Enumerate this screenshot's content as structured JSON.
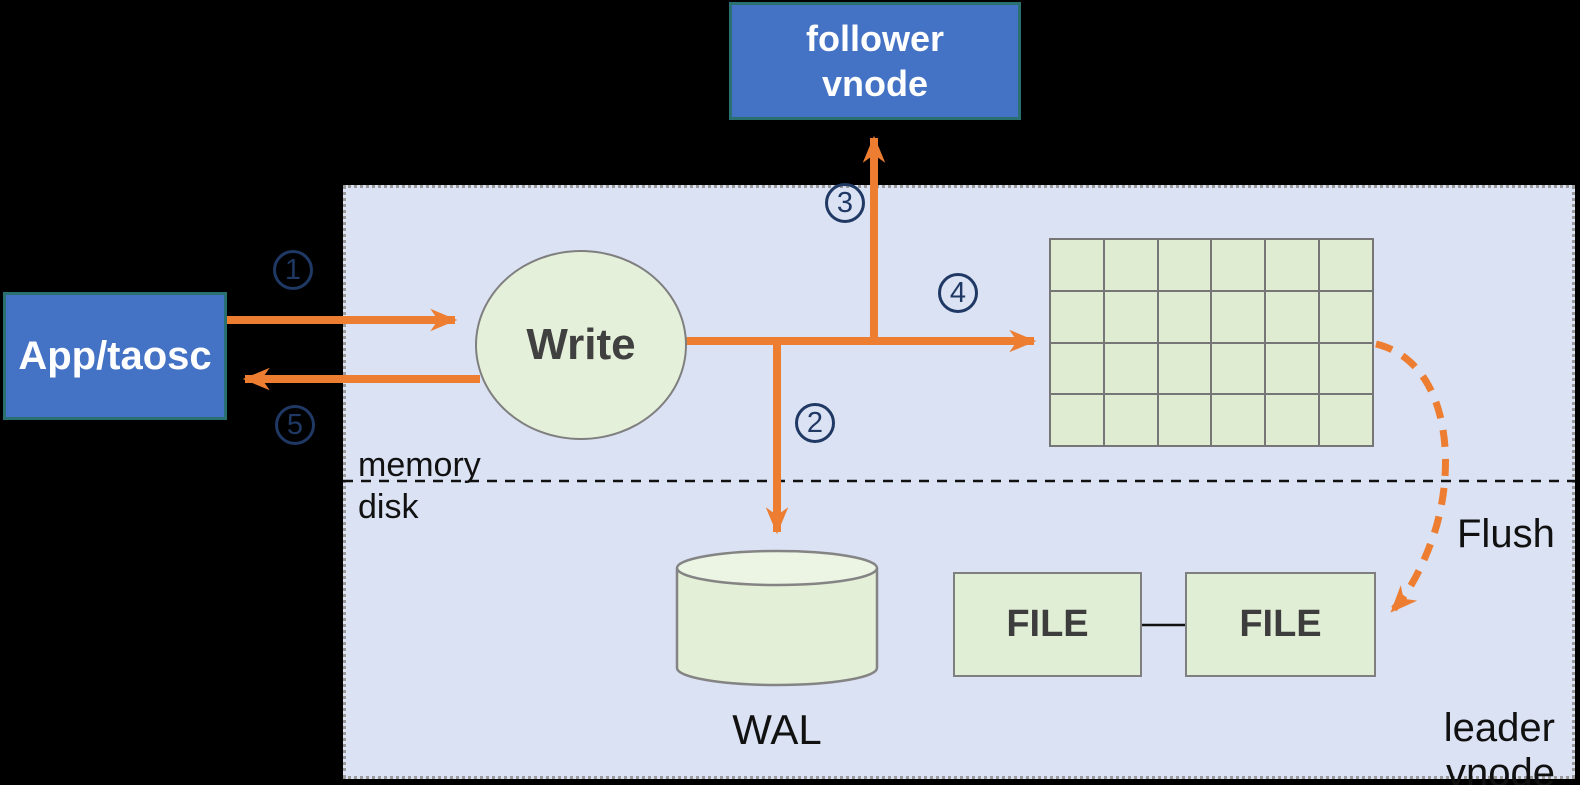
{
  "nodes": {
    "follower": {
      "label": "follower\nvnode"
    },
    "app": {
      "label": "App/taosc"
    },
    "write": {
      "label": "Write"
    },
    "wal": {
      "label": "WAL"
    },
    "file_left": {
      "label": "FILE"
    },
    "file_right": {
      "label": "FILE"
    },
    "leader": {
      "label": "leader vnode"
    }
  },
  "zones": {
    "memory": "memory",
    "disk": "disk"
  },
  "flow": {
    "flush": "Flush",
    "steps": [
      "1",
      "2",
      "3",
      "4",
      "5"
    ]
  },
  "colors": {
    "background": "#000000",
    "panel_fill": "#dae2f3",
    "panel_border": "#9a9a9a",
    "node_blue": "#4472c4",
    "node_border_teal": "#2a7070",
    "shape_green": "#e3efd6",
    "grid_green": "#e0ecd2",
    "arrow_orange": "#ed7d31",
    "step_navy": "#1f3864",
    "shape_stroke_gray": "#7f7f7f"
  }
}
